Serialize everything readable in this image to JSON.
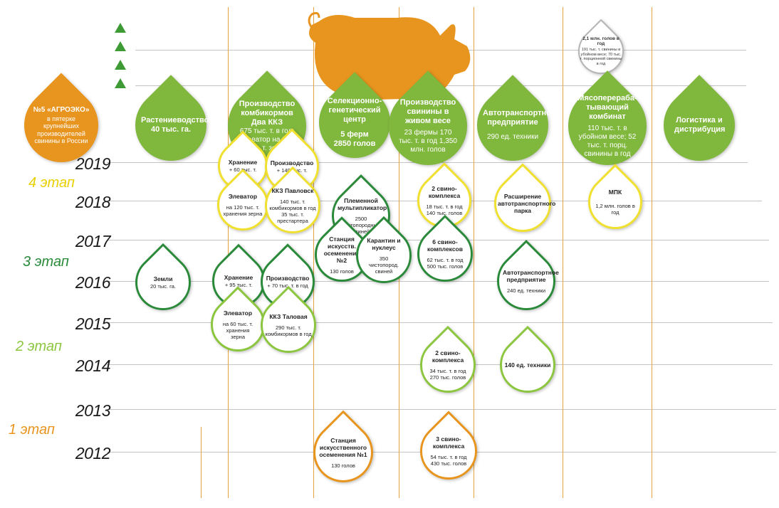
{
  "agroeco": {
    "title": "№5 «АГРОЭКО»",
    "text": "в пятерке крупнейших производителей свинины в России"
  },
  "top_note": {
    "title": "2,1 млн. голов в год",
    "text": "191 тыс. т. свинины в убойном весе; 70 тыс. т. порционной свинины в год"
  },
  "stages": [
    "4 этап",
    "3 этап",
    "2 этап",
    "1 этап"
  ],
  "years": [
    "2019",
    "2018",
    "2017",
    "2016",
    "2015",
    "2014",
    "2013",
    "2012"
  ],
  "divisions": [
    {
      "title": "Растениеводство",
      "detail": "40 тыс. га."
    },
    {
      "title": "Производство комбикормов Два ККЗ",
      "detail": "675 тыс. т. в год; элеватор на 295 тыс. т. зерна"
    },
    {
      "title": "Селекционно-генетический центр",
      "detail": "5 ферм 2850 голов"
    },
    {
      "title": "Производство свинины в живом весе",
      "detail": "23 фермы 170 тыс. т. в год 1,350 млн. голов"
    },
    {
      "title": "Автотранспортное предприятие",
      "detail": "290 ед. техники"
    },
    {
      "title": "Мясоперераба-тывающий комбинат",
      "detail": "110 тыс. т. в убойном весе; 52 тыс. т. порц. свинины в год"
    },
    {
      "title": "Логистика и дистрибуция",
      "detail": ""
    }
  ],
  "nodes": {
    "storage60": {
      "title": "Хранение",
      "detail": "+ 60 тыс. т."
    },
    "prod140": {
      "title": "Производство",
      "detail": "+ 140 тыс. т."
    },
    "elev120": {
      "title": "Элеватор",
      "detail": "на 120 тыс. т. хранения зерна"
    },
    "kkz_pavlovsk": {
      "title": "ККЗ Павловск",
      "detail": "140 тыс. т. комбикормов в год 35 тыс. т. престартера"
    },
    "plem": {
      "title": "Племенной мультипликатор",
      "detail": "2500 чистопородных свиней"
    },
    "ai2": {
      "title": "Станция искусств. осеменения №2",
      "detail": "130 голов"
    },
    "quarantine": {
      "title": "Карантин и нуклеус",
      "detail": "350 чистопород. свиней"
    },
    "pig2018": {
      "title": "2 свино-комплекса",
      "detail": "18 тыс. т. в год 140 тыс. голов"
    },
    "pig2017": {
      "title": "6 свино-комплексов",
      "detail": "62 тыс. т. в год 500 тыс. голов"
    },
    "fleet_ext": {
      "title": "Расширение автотранспортного парка",
      "detail": ""
    },
    "mpk": {
      "title": "МПК",
      "detail": "1,2 млн. голов в год"
    },
    "land": {
      "title": "Земли",
      "detail": "20 тыс. га."
    },
    "storage95": {
      "title": "Хранение",
      "detail": "+ 95 тыс. т."
    },
    "prod70": {
      "title": "Производство",
      "detail": "+ 70 тыс. т. в год"
    },
    "fleet2016": {
      "title": "Автотранспортное предприятие",
      "detail": "240 ед. техники"
    },
    "elev60": {
      "title": "Элеватор",
      "detail": "на 60 тыс. т. хранения зерна"
    },
    "kkz_talovaya": {
      "title": "ККЗ Таловая",
      "detail": "290 тыс. т. комбикормов в год"
    },
    "pig2014": {
      "title": "2 свино-комплекса",
      "detail": "34 тыс. т. в год 270 тыс. голов"
    },
    "fleet2014": {
      "title": "140 ед. техники",
      "detail": ""
    },
    "ai1": {
      "title": "Станция искусственного осеменения №1",
      "detail": "130 голов"
    },
    "pig2012": {
      "title": "3 свино-комплекса",
      "detail": "54 тыс. т. в год 430 тыс. голов"
    }
  },
  "colors": {
    "green": "#80b73d",
    "orange": "#e8951f",
    "yellow": "#f0e030",
    "dark_green": "#2a8a3a",
    "light_green": "#8cc63f",
    "gray": "#b5b5b5"
  }
}
